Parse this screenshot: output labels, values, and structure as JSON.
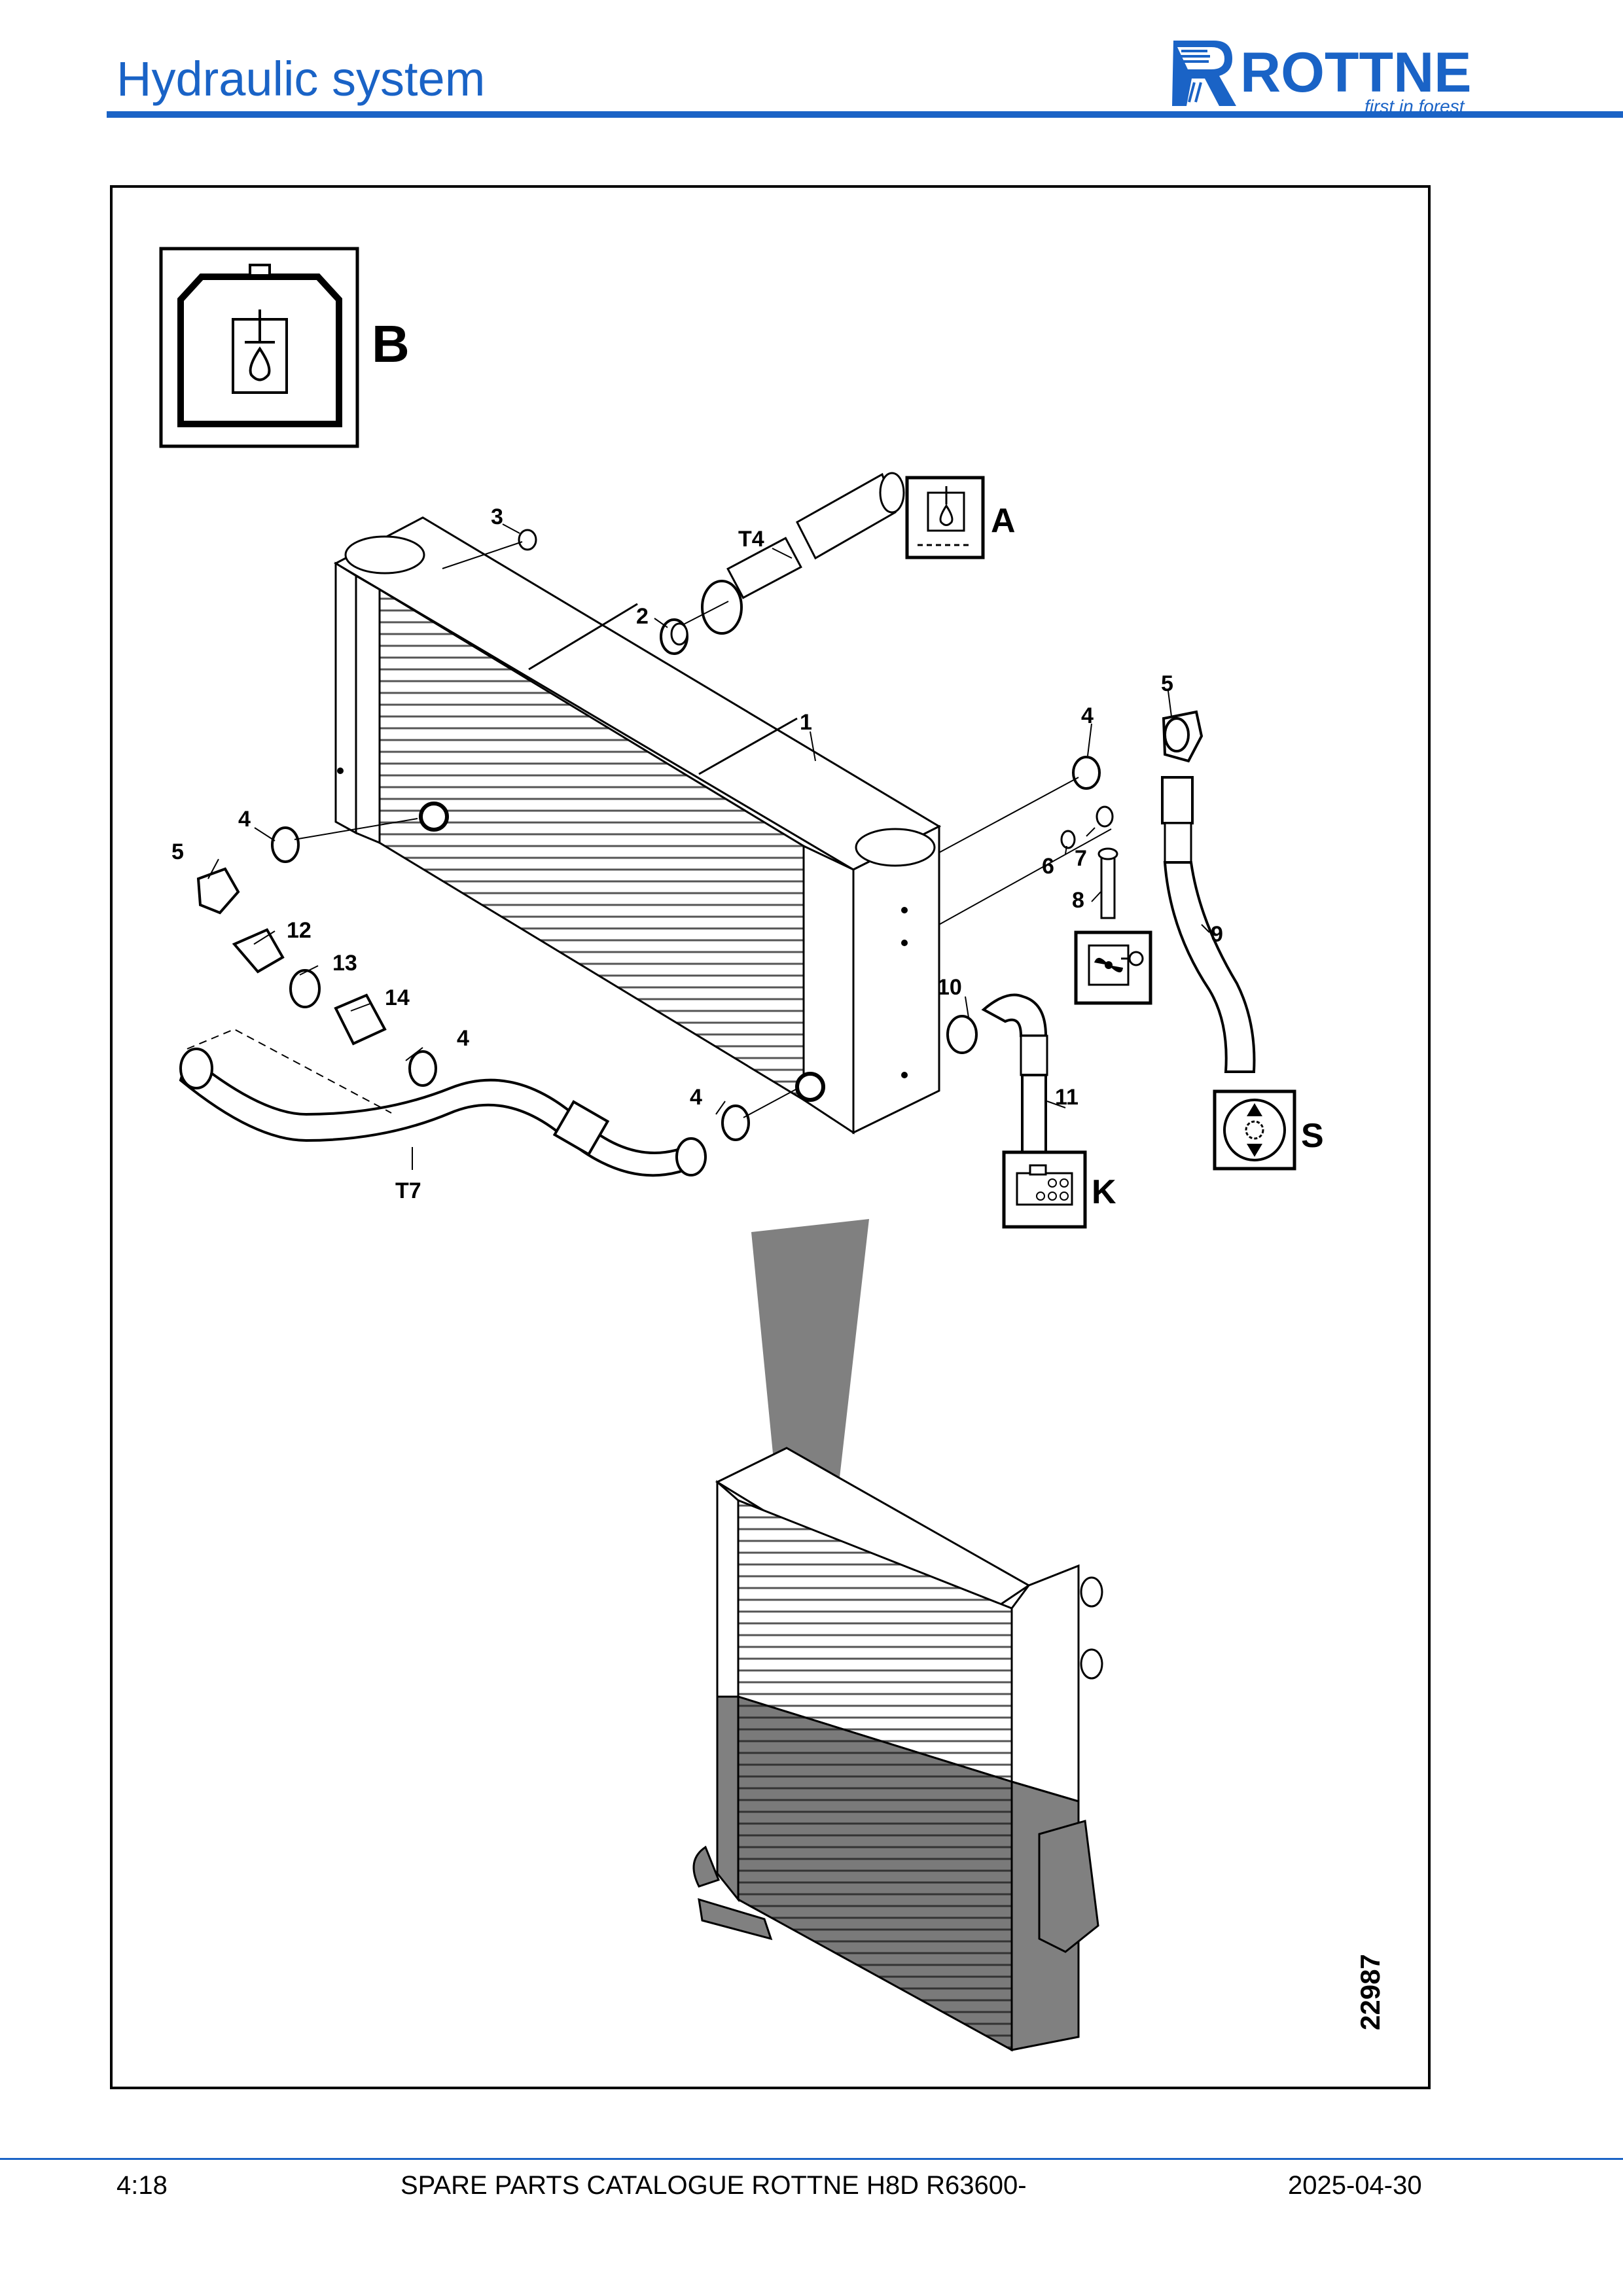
{
  "header": {
    "title": "Hydraulic system",
    "brand": "ROTTNE",
    "brand_tagline": "first in forest",
    "accent_color": "#1a63c6"
  },
  "diagram": {
    "drawing_number": "22987",
    "view_letters": {
      "b": "B",
      "a": "A",
      "s": "S",
      "k": "K"
    },
    "callouts": {
      "c1": "1",
      "c2": "2",
      "c3": "3",
      "c4a": "4",
      "c4b": "4",
      "c4c": "4",
      "c4d": "4",
      "c5a": "5",
      "c5b": "5",
      "c6": "6",
      "c7": "7",
      "c8": "8",
      "c9": "9",
      "c10": "10",
      "c11": "11",
      "c12": "12",
      "c13": "13",
      "c14": "14",
      "t4": "T4",
      "t7": "T7"
    },
    "symbols": {
      "b": "hydraulic-tank-icon",
      "a": "hydraulic-tank-icon",
      "fan": "fan-motor-icon",
      "s": "pump-icon",
      "k": "valve-block-icon"
    }
  },
  "footer": {
    "page_number": "4:18",
    "catalogue": "SPARE PARTS CATALOGUE ROTTNE H8D R63600-",
    "date": "2025-04-30"
  }
}
